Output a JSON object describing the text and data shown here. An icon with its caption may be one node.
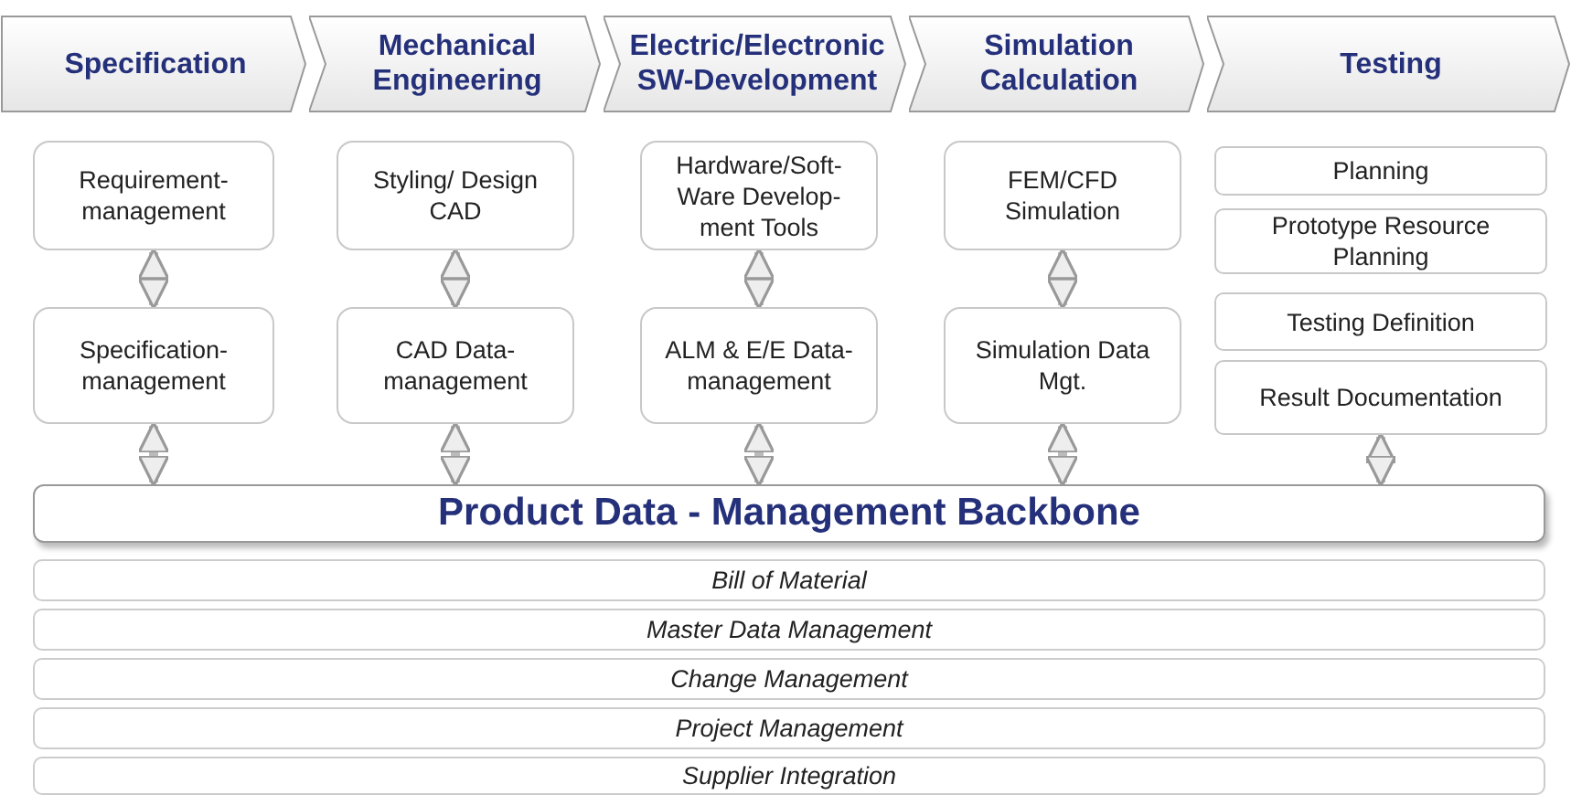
{
  "diagram": {
    "nodes": [
      {
        "text": [
          "Specification"
        ]
      },
      {
        "text": [
          "Mechanical Engineering"
        ]
      },
      {
        "text": [
          "Electric/Electronic SW-Development"
        ]
      },
      {
        "text": [
          "Simulation Calculation"
        ]
      },
      {
        "text": [
          "Testing"
        ]
      },
      {
        "text": [
          "Requirement- management"
        ]
      },
      {
        "text": [
          "Specification- management"
        ]
      },
      {
        "text": [
          "Styling/ Design CAD"
        ]
      },
      {
        "text": [
          "CAD Data- management"
        ]
      },
      {
        "text": [
          "Hardware/Soft- Ware Develop- ment Tools"
        ]
      },
      {
        "text": [
          "ALM & E/E Data- management"
        ]
      },
      {
        "text": [
          "FEM/CFD Simulation"
        ]
      },
      {
        "text": [
          "Simulation Data Mgt."
        ]
      },
      {
        "text": [
          "Planning"
        ]
      },
      {
        "text": [
          "Prototype Resource Planning"
        ]
      },
      {
        "text": [
          "Testing Definition"
        ]
      },
      {
        "text": [
          "Result Documentation"
        ]
      },
      {
        "text": [
          "Product Data - Management Backbone"
        ]
      },
      {
        "text": [
          "Bill of Material"
        ]
      },
      {
        "text": [
          "Master Data Management"
        ]
      },
      {
        "text": [
          "Change Management"
        ]
      },
      {
        "text": [
          "Project Management"
        ]
      },
      {
        "text": [
          "Supplier Integration"
        ]
      }
    ],
    "edges": [
      {
        "from": 5,
        "to": 6,
        "arrow": "both"
      },
      {
        "from": 7,
        "to": 8,
        "arrow": "both"
      },
      {
        "from": 9,
        "to": 10,
        "arrow": "both"
      },
      {
        "from": 11,
        "to": 12,
        "arrow": "both"
      },
      {
        "from": 6,
        "to": 17,
        "arrow": "both"
      },
      {
        "from": 8,
        "to": 17,
        "arrow": "both"
      },
      {
        "from": 10,
        "to": 17,
        "arrow": "both"
      },
      {
        "from": 12,
        "to": 17,
        "arrow": "both"
      },
      {
        "from": 16,
        "to": 17,
        "arrow": "both"
      }
    ]
  }
}
